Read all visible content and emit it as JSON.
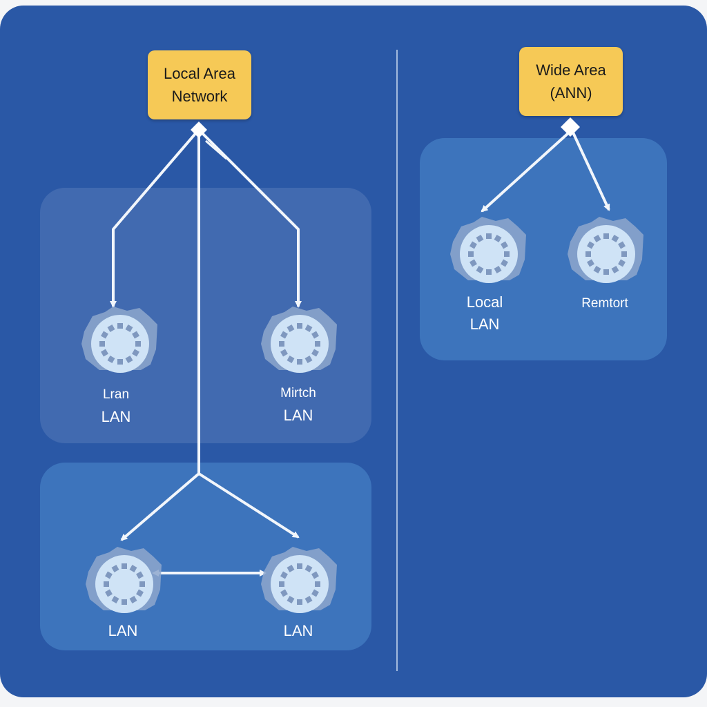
{
  "left_title": {
    "line1": "Local Area",
    "line2": "Network"
  },
  "right_title": {
    "line1": "Wide Area",
    "line2": "(ANN)"
  },
  "top_left_nodes": [
    {
      "line1": "Lran",
      "line2": "LAN"
    },
    {
      "line1": "Mirtch",
      "line2": "LAN"
    }
  ],
  "bottom_nodes": [
    {
      "line1": "",
      "line2": "LAN"
    },
    {
      "line1": "",
      "line2": "LAN"
    }
  ],
  "right_nodes": [
    {
      "line1": "Local",
      "line2": "LAN"
    },
    {
      "line1": "",
      "line2": "Remtort"
    }
  ],
  "colors": {
    "background": "#2a58a6",
    "label_box": "#f6c956",
    "node_fill": "#cfe3f6",
    "line": "#f2f6fb"
  },
  "icons": [
    "network-node-icon"
  ]
}
